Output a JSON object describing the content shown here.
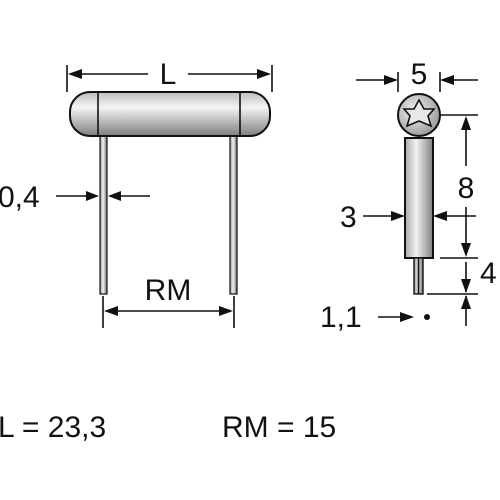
{
  "front_view": {
    "length_label": "L",
    "lead_diameter_label": "0,4",
    "lead_spacing_label": "RM"
  },
  "side_view": {
    "body_diameter_label": "5",
    "lead_width_label": "3",
    "lead_length_label": "8",
    "pin_width_label": "1,1",
    "pin_length_label": "4"
  },
  "formulas": {
    "length": "L = 23,3",
    "spacing": "RM = 15"
  },
  "colors": {
    "line": "#111111",
    "body_gradient_light": "#f2f2f2",
    "body_gradient_dark": "#8c8c8c",
    "lead_gradient_light": "#e6e6e6",
    "lead_gradient_dark": "#7a7a7a"
  }
}
